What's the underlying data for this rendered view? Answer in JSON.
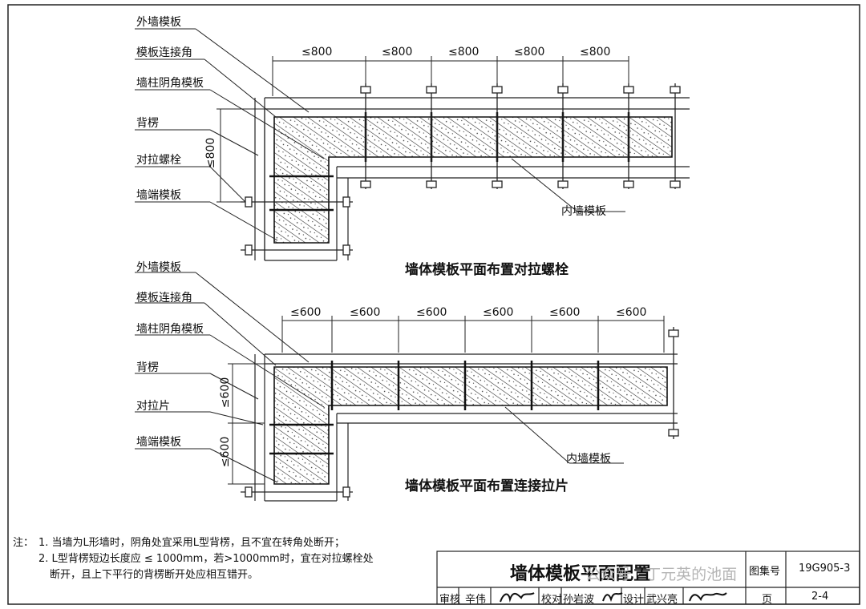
{
  "diagram1": {
    "labels": [
      "外墙模板",
      "模板连接角",
      "墙柱阴角模板",
      "背楞",
      "对拉螺栓",
      "墙端模板"
    ],
    "inner_label": "内墙模板",
    "spacing": [
      "≤800",
      "≤800",
      "≤800",
      "≤800",
      "≤800"
    ],
    "vertical_spacing": [
      "≤800"
    ],
    "caption": "墙体模板平面布置对拉螺栓"
  },
  "diagram2": {
    "labels": [
      "外墙模板",
      "模板连接角",
      "墙柱阴角模板",
      "背楞",
      "对拉片",
      "墙端模板"
    ],
    "inner_label": "内墙模板",
    "spacing": [
      "≤600",
      "≤600",
      "≤600",
      "≤600",
      "≤600",
      "≤600"
    ],
    "vertical_spacing": [
      "≤600",
      "≤600"
    ],
    "caption": "墙体模板平面布置连接拉片"
  },
  "notes": {
    "prefix": "注：",
    "lines": [
      "1. 当墙为L形墙时，阴角处宜采用L型背楞，且不宜在转角处断开；",
      "2. L型背楞短边长度应 ≤ 1000mm，若>1000mm时，宜在对拉螺栓处",
      "断开，且上下平行的背楞断开处应相互错开。"
    ]
  },
  "title_block": {
    "title": "墙体模板平面配置",
    "atlas_label": "图集号",
    "atlas_no": "19G905-3",
    "review_label": "审核",
    "reviewer": "辛伟",
    "check_label": "校对",
    "checker": "孙岩波",
    "design_label": "设计",
    "designer": "武兴亮",
    "page_label": "页",
    "page_no": "2-4",
    "watermark": "公众号 · 丁元英的池面"
  }
}
